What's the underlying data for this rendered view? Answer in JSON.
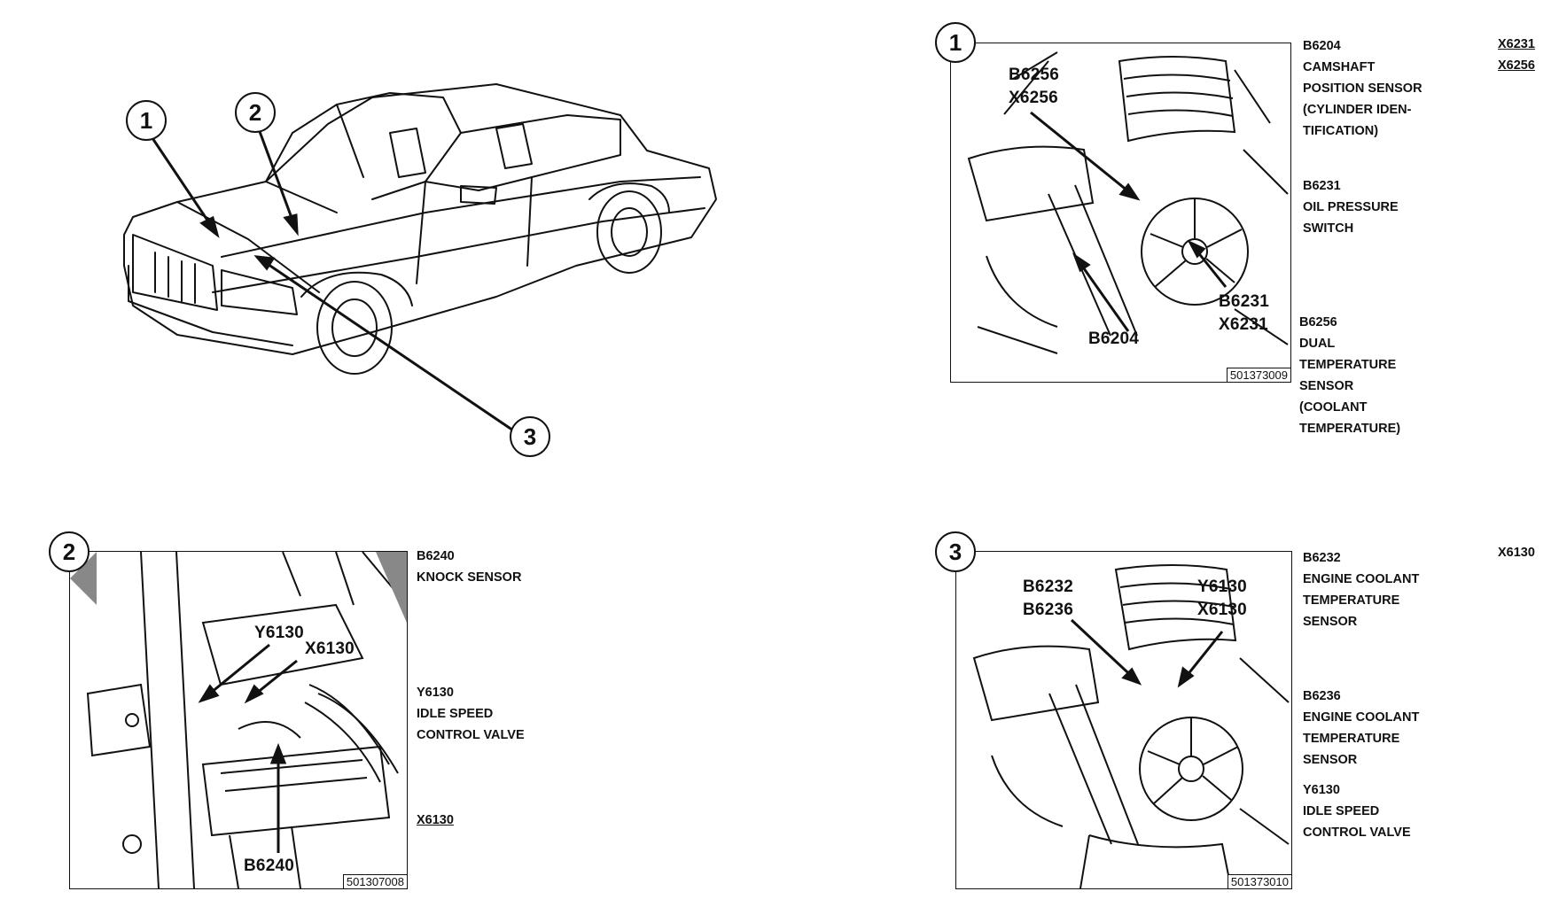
{
  "overview": {
    "callouts": [
      "1",
      "2",
      "3"
    ]
  },
  "panel1": {
    "number": "1",
    "labels": {
      "b6256": "B6256",
      "x6256": "X6256",
      "b6231": "B6231",
      "x6231": "X6231",
      "b6204": "B6204"
    },
    "figure_id": "501373009",
    "legend": [
      {
        "code": "B6204",
        "lines": [
          "CAMSHAFT",
          "POSITION SENSOR",
          "(CYLINDER IDEN-",
          "TIFICATION)"
        ]
      },
      {
        "code": "B6231",
        "lines": [
          "OIL PRESSURE",
          "SWITCH"
        ]
      },
      {
        "code": "B6256",
        "lines": [
          "DUAL",
          "TEMPERATURE",
          "SENSOR",
          "(COOLANT",
          "TEMPERATURE)"
        ]
      }
    ],
    "connectors": [
      "X6231",
      "X6256"
    ]
  },
  "panel2": {
    "number": "2",
    "labels": {
      "y6130": "Y6130",
      "x6130": "X6130",
      "b6240": "B6240"
    },
    "figure_id": "501307008",
    "legend": [
      {
        "code": "B6240",
        "lines": [
          "KNOCK SENSOR"
        ]
      },
      {
        "code": "Y6130",
        "lines": [
          "IDLE SPEED",
          "CONTROL VALVE"
        ]
      }
    ],
    "connectors": [
      "X6130"
    ]
  },
  "panel3": {
    "number": "3",
    "labels": {
      "b6232": "B6232",
      "b6236": "B6236",
      "y6130": "Y6130",
      "x6130": "X6130"
    },
    "figure_id": "501373010",
    "legend": [
      {
        "code": "B6232",
        "lines": [
          "ENGINE COOLANT",
          "TEMPERATURE",
          "SENSOR"
        ]
      },
      {
        "code": "B6236",
        "lines": [
          "ENGINE COOLANT",
          "TEMPERATURE",
          "SENSOR"
        ]
      },
      {
        "code": "Y6130",
        "lines": [
          "IDLE SPEED",
          "CONTROL VALVE"
        ]
      }
    ],
    "connectors": [
      "X6130"
    ]
  }
}
